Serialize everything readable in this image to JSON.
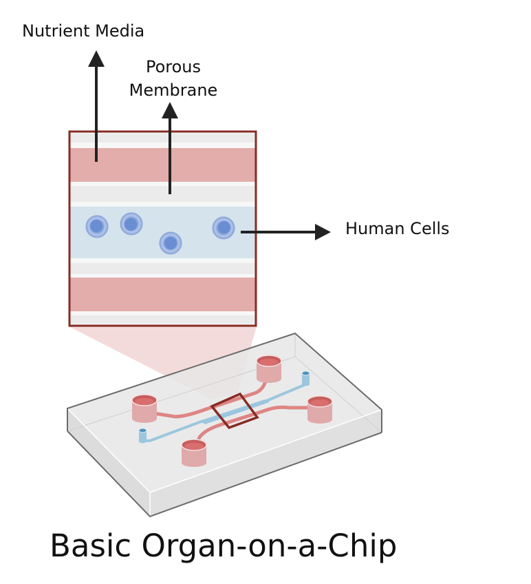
{
  "labels": {
    "nutrient_media": "Nutrient Media",
    "porous_membrane_line1": "Porous",
    "porous_membrane_line2": "Membrane",
    "human_cells": "Human Cells"
  },
  "title": "Basic Organ-on-a-Chip",
  "colors": {
    "frame": "#862c24",
    "media_channel": "#e2adab",
    "cell_channel": "#d5e3ec",
    "membrane_gap": "#ebebeb",
    "cell_fill": "#7f9fd8",
    "arrow": "#222222",
    "chip_body": "#e2e2e2",
    "well": "#d66a6a",
    "port": "#8fc0dc"
  },
  "cross_section": {
    "layers": [
      "nutrient-media-channel",
      "porous-membrane",
      "cell-channel",
      "porous-membrane",
      "nutrient-media-channel"
    ],
    "cell_count": 4
  }
}
